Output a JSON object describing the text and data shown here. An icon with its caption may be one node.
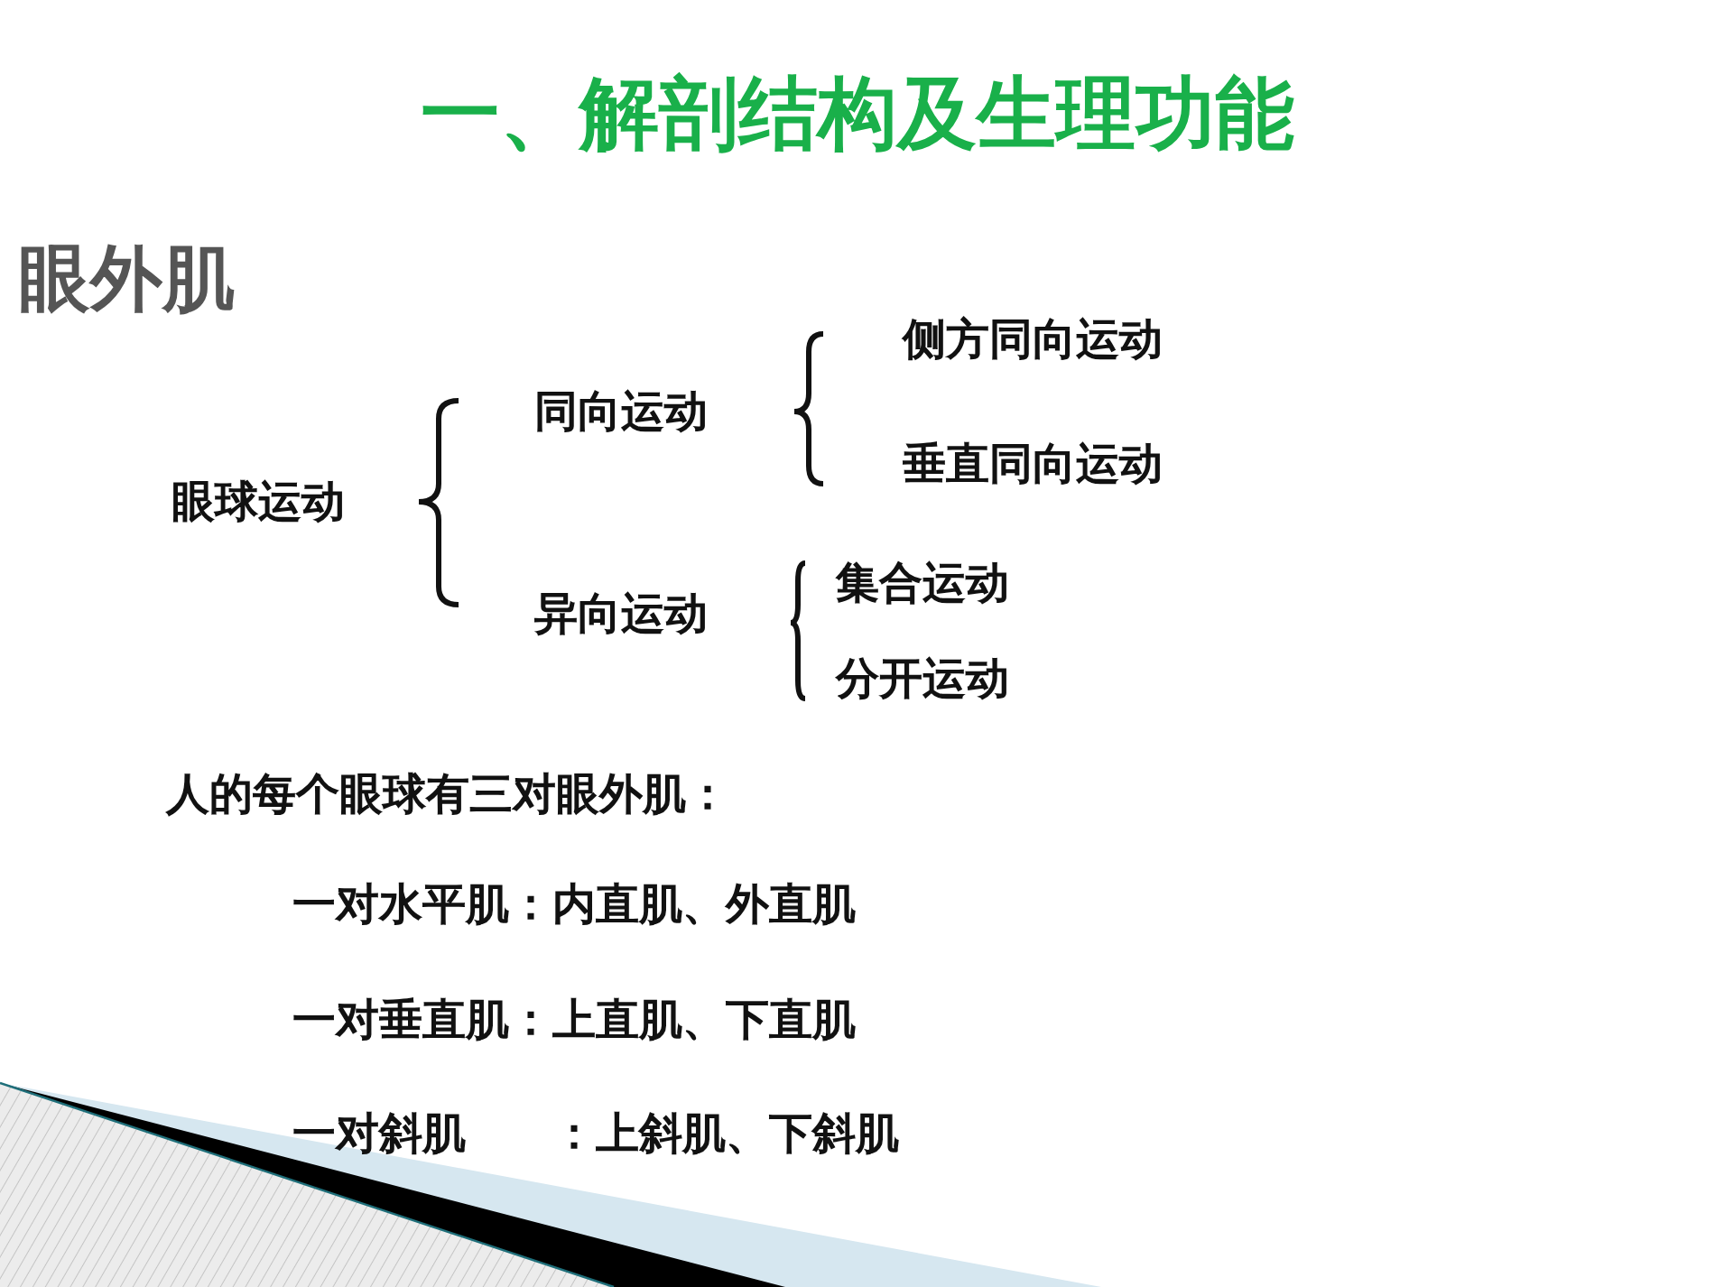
{
  "diagram": {
    "title": "一、解剖结构及生理功能",
    "labels": [
      "眼外肌",
      "眼球运动",
      "同向运动",
      "侧方同向运动",
      "垂直同向运动",
      "异向运动",
      "集合运动",
      "分开运动",
      "人的每个眼球有三对眼外肌：",
      "一对水平肌：内直肌、外直肌",
      "一对垂直肌：上直肌、下直肌",
      "一对斜肌　　：上斜肌、下斜肌"
    ]
  }
}
